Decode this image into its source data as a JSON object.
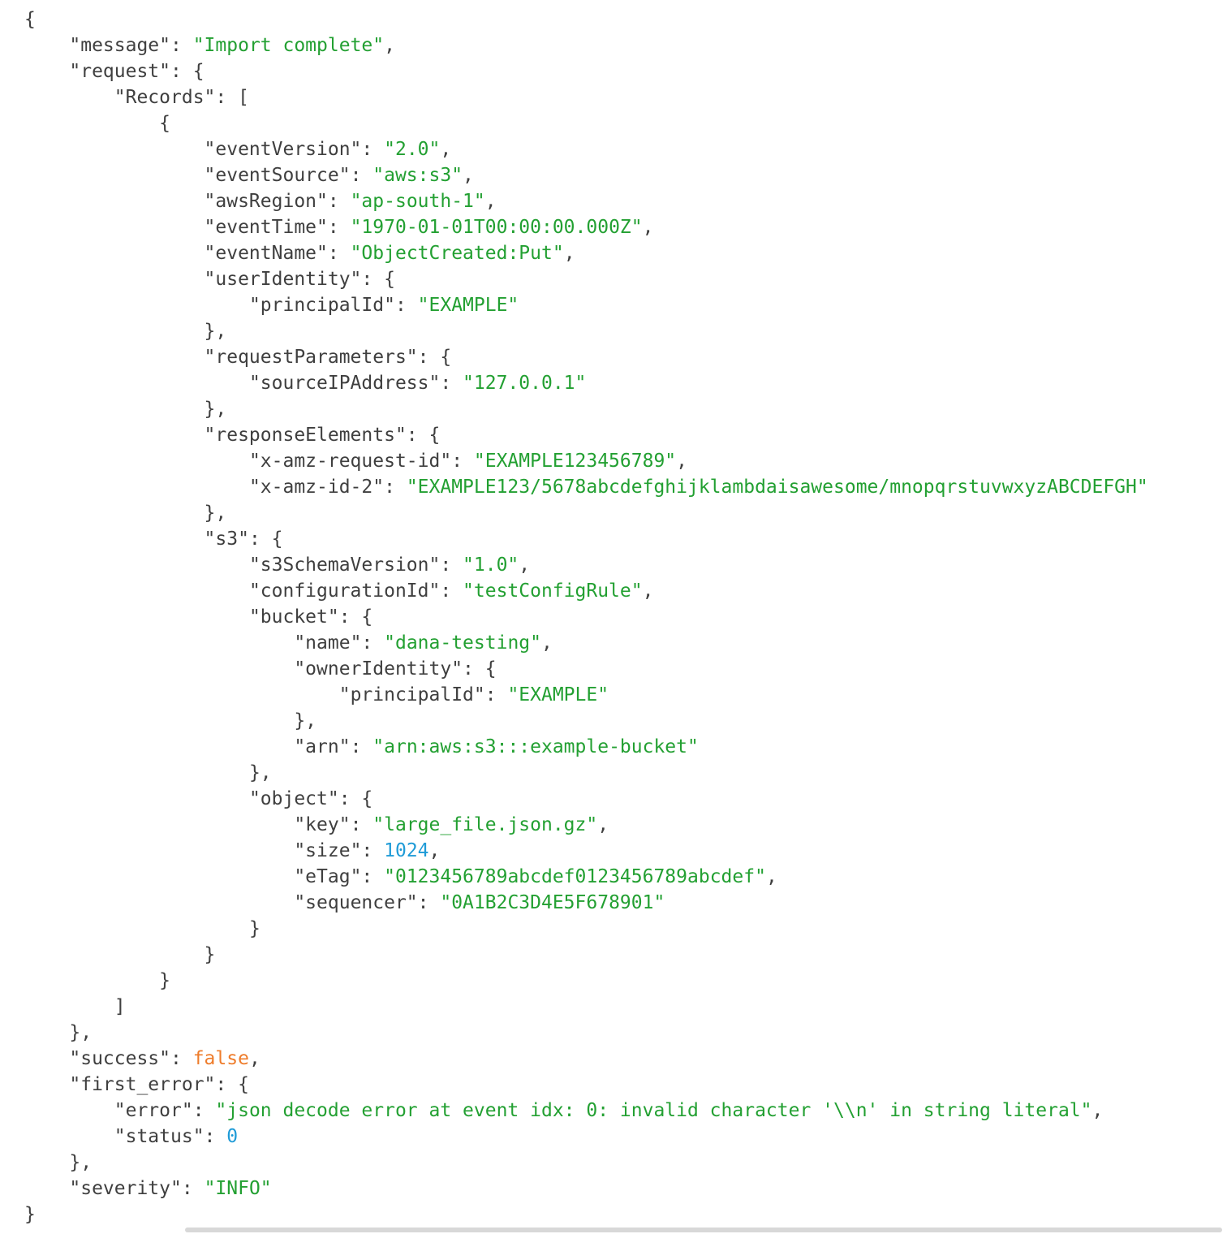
{
  "colors": {
    "key": "#3f3f3f",
    "punctuation": "#3f3f3f",
    "string": "#23a032",
    "number": "#1f9bd7",
    "boolean": "#ee7c2b",
    "background": "#ffffff",
    "scrollbar": "#d8d8d8"
  },
  "code": {
    "language": "json",
    "lines": [
      {
        "indent": 0,
        "tokens": [
          {
            "t": "p",
            "v": "{"
          }
        ]
      },
      {
        "indent": 1,
        "tokens": [
          {
            "t": "key",
            "v": "\"message\""
          },
          {
            "t": "p",
            "v": ": "
          },
          {
            "t": "str",
            "v": "\"Import complete\""
          },
          {
            "t": "p",
            "v": ","
          }
        ]
      },
      {
        "indent": 1,
        "tokens": [
          {
            "t": "key",
            "v": "\"request\""
          },
          {
            "t": "p",
            "v": ": {"
          }
        ]
      },
      {
        "indent": 2,
        "tokens": [
          {
            "t": "key",
            "v": "\"Records\""
          },
          {
            "t": "p",
            "v": ": ["
          }
        ]
      },
      {
        "indent": 3,
        "tokens": [
          {
            "t": "p",
            "v": "{"
          }
        ]
      },
      {
        "indent": 4,
        "tokens": [
          {
            "t": "key",
            "v": "\"eventVersion\""
          },
          {
            "t": "p",
            "v": ": "
          },
          {
            "t": "str",
            "v": "\"2.0\""
          },
          {
            "t": "p",
            "v": ","
          }
        ]
      },
      {
        "indent": 4,
        "tokens": [
          {
            "t": "key",
            "v": "\"eventSource\""
          },
          {
            "t": "p",
            "v": ": "
          },
          {
            "t": "str",
            "v": "\"aws:s3\""
          },
          {
            "t": "p",
            "v": ","
          }
        ]
      },
      {
        "indent": 4,
        "tokens": [
          {
            "t": "key",
            "v": "\"awsRegion\""
          },
          {
            "t": "p",
            "v": ": "
          },
          {
            "t": "str",
            "v": "\"ap-south-1\""
          },
          {
            "t": "p",
            "v": ","
          }
        ]
      },
      {
        "indent": 4,
        "tokens": [
          {
            "t": "key",
            "v": "\"eventTime\""
          },
          {
            "t": "p",
            "v": ": "
          },
          {
            "t": "str",
            "v": "\"1970-01-01T00:00:00.000Z\""
          },
          {
            "t": "p",
            "v": ","
          }
        ]
      },
      {
        "indent": 4,
        "tokens": [
          {
            "t": "key",
            "v": "\"eventName\""
          },
          {
            "t": "p",
            "v": ": "
          },
          {
            "t": "str",
            "v": "\"ObjectCreated:Put\""
          },
          {
            "t": "p",
            "v": ","
          }
        ]
      },
      {
        "indent": 4,
        "tokens": [
          {
            "t": "key",
            "v": "\"userIdentity\""
          },
          {
            "t": "p",
            "v": ": {"
          }
        ]
      },
      {
        "indent": 5,
        "tokens": [
          {
            "t": "key",
            "v": "\"principalId\""
          },
          {
            "t": "p",
            "v": ": "
          },
          {
            "t": "str",
            "v": "\"EXAMPLE\""
          }
        ]
      },
      {
        "indent": 4,
        "tokens": [
          {
            "t": "p",
            "v": "},"
          }
        ]
      },
      {
        "indent": 4,
        "tokens": [
          {
            "t": "key",
            "v": "\"requestParameters\""
          },
          {
            "t": "p",
            "v": ": {"
          }
        ]
      },
      {
        "indent": 5,
        "tokens": [
          {
            "t": "key",
            "v": "\"sourceIPAddress\""
          },
          {
            "t": "p",
            "v": ": "
          },
          {
            "t": "str",
            "v": "\"127.0.0.1\""
          }
        ]
      },
      {
        "indent": 4,
        "tokens": [
          {
            "t": "p",
            "v": "},"
          }
        ]
      },
      {
        "indent": 4,
        "tokens": [
          {
            "t": "key",
            "v": "\"responseElements\""
          },
          {
            "t": "p",
            "v": ": {"
          }
        ]
      },
      {
        "indent": 5,
        "tokens": [
          {
            "t": "key",
            "v": "\"x-amz-request-id\""
          },
          {
            "t": "p",
            "v": ": "
          },
          {
            "t": "str",
            "v": "\"EXAMPLE123456789\""
          },
          {
            "t": "p",
            "v": ","
          }
        ]
      },
      {
        "indent": 5,
        "tokens": [
          {
            "t": "key",
            "v": "\"x-amz-id-2\""
          },
          {
            "t": "p",
            "v": ": "
          },
          {
            "t": "str",
            "v": "\"EXAMPLE123/5678abcdefghijklambdaisawesome/mnopqrstuvwxyzABCDEFGH\""
          }
        ]
      },
      {
        "indent": 4,
        "tokens": [
          {
            "t": "p",
            "v": "},"
          }
        ]
      },
      {
        "indent": 4,
        "tokens": [
          {
            "t": "key",
            "v": "\"s3\""
          },
          {
            "t": "p",
            "v": ": {"
          }
        ]
      },
      {
        "indent": 5,
        "tokens": [
          {
            "t": "key",
            "v": "\"s3SchemaVersion\""
          },
          {
            "t": "p",
            "v": ": "
          },
          {
            "t": "str",
            "v": "\"1.0\""
          },
          {
            "t": "p",
            "v": ","
          }
        ]
      },
      {
        "indent": 5,
        "tokens": [
          {
            "t": "key",
            "v": "\"configurationId\""
          },
          {
            "t": "p",
            "v": ": "
          },
          {
            "t": "str",
            "v": "\"testConfigRule\""
          },
          {
            "t": "p",
            "v": ","
          }
        ]
      },
      {
        "indent": 5,
        "tokens": [
          {
            "t": "key",
            "v": "\"bucket\""
          },
          {
            "t": "p",
            "v": ": {"
          }
        ]
      },
      {
        "indent": 6,
        "tokens": [
          {
            "t": "key",
            "v": "\"name\""
          },
          {
            "t": "p",
            "v": ": "
          },
          {
            "t": "str",
            "v": "\"dana-testing\""
          },
          {
            "t": "p",
            "v": ","
          }
        ]
      },
      {
        "indent": 6,
        "tokens": [
          {
            "t": "key",
            "v": "\"ownerIdentity\""
          },
          {
            "t": "p",
            "v": ": {"
          }
        ]
      },
      {
        "indent": 7,
        "tokens": [
          {
            "t": "key",
            "v": "\"principalId\""
          },
          {
            "t": "p",
            "v": ": "
          },
          {
            "t": "str",
            "v": "\"EXAMPLE\""
          }
        ]
      },
      {
        "indent": 6,
        "tokens": [
          {
            "t": "p",
            "v": "},"
          }
        ]
      },
      {
        "indent": 6,
        "tokens": [
          {
            "t": "key",
            "v": "\"arn\""
          },
          {
            "t": "p",
            "v": ": "
          },
          {
            "t": "str",
            "v": "\"arn:aws:s3:::example-bucket\""
          }
        ]
      },
      {
        "indent": 5,
        "tokens": [
          {
            "t": "p",
            "v": "},"
          }
        ]
      },
      {
        "indent": 5,
        "tokens": [
          {
            "t": "key",
            "v": "\"object\""
          },
          {
            "t": "p",
            "v": ": {"
          }
        ]
      },
      {
        "indent": 6,
        "tokens": [
          {
            "t": "key",
            "v": "\"key\""
          },
          {
            "t": "p",
            "v": ": "
          },
          {
            "t": "str",
            "v": "\"large_file.json.gz\""
          },
          {
            "t": "p",
            "v": ","
          }
        ]
      },
      {
        "indent": 6,
        "tokens": [
          {
            "t": "key",
            "v": "\"size\""
          },
          {
            "t": "p",
            "v": ": "
          },
          {
            "t": "num",
            "v": "1024"
          },
          {
            "t": "p",
            "v": ","
          }
        ]
      },
      {
        "indent": 6,
        "tokens": [
          {
            "t": "key",
            "v": "\"eTag\""
          },
          {
            "t": "p",
            "v": ": "
          },
          {
            "t": "str",
            "v": "\"0123456789abcdef0123456789abcdef\""
          },
          {
            "t": "p",
            "v": ","
          }
        ]
      },
      {
        "indent": 6,
        "tokens": [
          {
            "t": "key",
            "v": "\"sequencer\""
          },
          {
            "t": "p",
            "v": ": "
          },
          {
            "t": "str",
            "v": "\"0A1B2C3D4E5F678901\""
          }
        ]
      },
      {
        "indent": 5,
        "tokens": [
          {
            "t": "p",
            "v": "}"
          }
        ]
      },
      {
        "indent": 4,
        "tokens": [
          {
            "t": "p",
            "v": "}"
          }
        ]
      },
      {
        "indent": 3,
        "tokens": [
          {
            "t": "p",
            "v": "}"
          }
        ]
      },
      {
        "indent": 2,
        "tokens": [
          {
            "t": "p",
            "v": "]"
          }
        ]
      },
      {
        "indent": 1,
        "tokens": [
          {
            "t": "p",
            "v": "},"
          }
        ]
      },
      {
        "indent": 1,
        "tokens": [
          {
            "t": "key",
            "v": "\"success\""
          },
          {
            "t": "p",
            "v": ": "
          },
          {
            "t": "bool",
            "v": "false"
          },
          {
            "t": "p",
            "v": ","
          }
        ]
      },
      {
        "indent": 1,
        "tokens": [
          {
            "t": "key",
            "v": "\"first_error\""
          },
          {
            "t": "p",
            "v": ": {"
          }
        ]
      },
      {
        "indent": 2,
        "tokens": [
          {
            "t": "key",
            "v": "\"error\""
          },
          {
            "t": "p",
            "v": ": "
          },
          {
            "t": "str",
            "v": "\"json decode error at event idx: 0: invalid character '\\\\n' in string literal\""
          },
          {
            "t": "p",
            "v": ","
          }
        ]
      },
      {
        "indent": 2,
        "tokens": [
          {
            "t": "key",
            "v": "\"status\""
          },
          {
            "t": "p",
            "v": ": "
          },
          {
            "t": "num",
            "v": "0"
          }
        ]
      },
      {
        "indent": 1,
        "tokens": [
          {
            "t": "p",
            "v": "},"
          }
        ]
      },
      {
        "indent": 1,
        "tokens": [
          {
            "t": "key",
            "v": "\"severity\""
          },
          {
            "t": "p",
            "v": ": "
          },
          {
            "t": "str",
            "v": "\"INFO\""
          }
        ]
      },
      {
        "indent": 0,
        "tokens": [
          {
            "t": "p",
            "v": "}"
          }
        ]
      }
    ]
  },
  "scrollbar": {
    "orientation": "horizontal"
  }
}
